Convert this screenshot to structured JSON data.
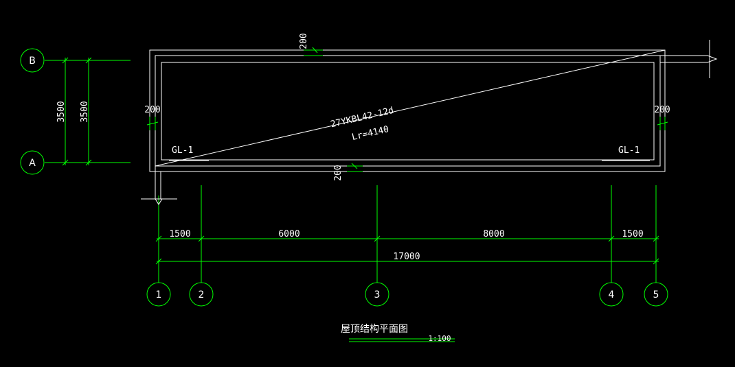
{
  "axes": {
    "row_b": "B",
    "row_a": "A",
    "col_1": "1",
    "col_2": "2",
    "col_3": "3",
    "col_4": "4",
    "col_5": "5"
  },
  "dimensions": {
    "left_span_1": "3500",
    "left_span_2": "3500",
    "top_wall": "200",
    "bottom_wall": "200",
    "left_wall": "200",
    "right_wall": "200",
    "seg_1": "1500",
    "seg_2": "6000",
    "seg_3": "8000",
    "seg_4": "1500",
    "total": "17000"
  },
  "annotations": {
    "slab_label": "27YKBL42-12d",
    "slab_length": "Lr=4140",
    "beam_left": "GL-1",
    "beam_right": "GL-1"
  },
  "title": {
    "name": "屋顶结构平面图",
    "scale": "1:100"
  },
  "colors": {
    "background": "#000000",
    "axis_line": "#00ff00",
    "outline": "#ffffff",
    "text": "#ffffff"
  }
}
